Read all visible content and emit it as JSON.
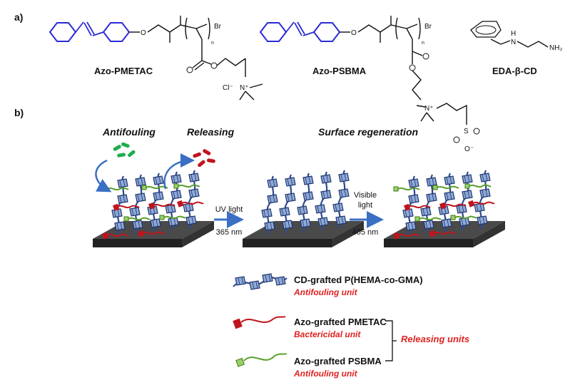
{
  "panel_a": {
    "label": "a)",
    "compounds": [
      {
        "name": "Azo-PMETAC",
        "counterion": "Cl⁻",
        "cation": "N⁺",
        "end_group": "Br",
        "repeat": "n",
        "hetero": "O"
      },
      {
        "name": "Azo-PSBMA",
        "end_group": "Br",
        "repeat": "n",
        "hetero": "O",
        "cation": "N⁺",
        "sulfur": "S",
        "anion": "O⁻"
      },
      {
        "name": "EDA-β-CD",
        "amine": "N",
        "amine_h": "H",
        "terminal": "NH₂"
      }
    ]
  },
  "panel_b": {
    "label": "b)",
    "headings": {
      "antifouling": "Antifouling",
      "releasing": "Releasing",
      "regeneration": "Surface regeneration"
    },
    "arrows": {
      "uv_line1": "UV light",
      "uv_line2": "365 nm",
      "vis_line1": "Visible",
      "vis_line2": "light",
      "vis_line3": "405 nm"
    },
    "legend": [
      {
        "title": "CD-grafted P(HEMA-co-GMA)",
        "subtitle": "Antifouling unit"
      },
      {
        "title": "Azo-grafted PMETAC",
        "subtitle": "Bactericidal unit"
      },
      {
        "title": "Azo-grafted PSBMA",
        "subtitle": "Antifouling unit"
      }
    ],
    "bracket_label": "Releasing units"
  },
  "colors": {
    "azo_blue": "#2b2bd6",
    "polymer_blue": "#2e4a8f",
    "cd_fill": "#8fa9d6",
    "red": "#c0141c",
    "green": "#5aa02c",
    "bacteria_green": "#1fae4c",
    "surface": "#3a3a3a",
    "arrow": "#3a6fc4",
    "accent_text": "#e02020"
  }
}
